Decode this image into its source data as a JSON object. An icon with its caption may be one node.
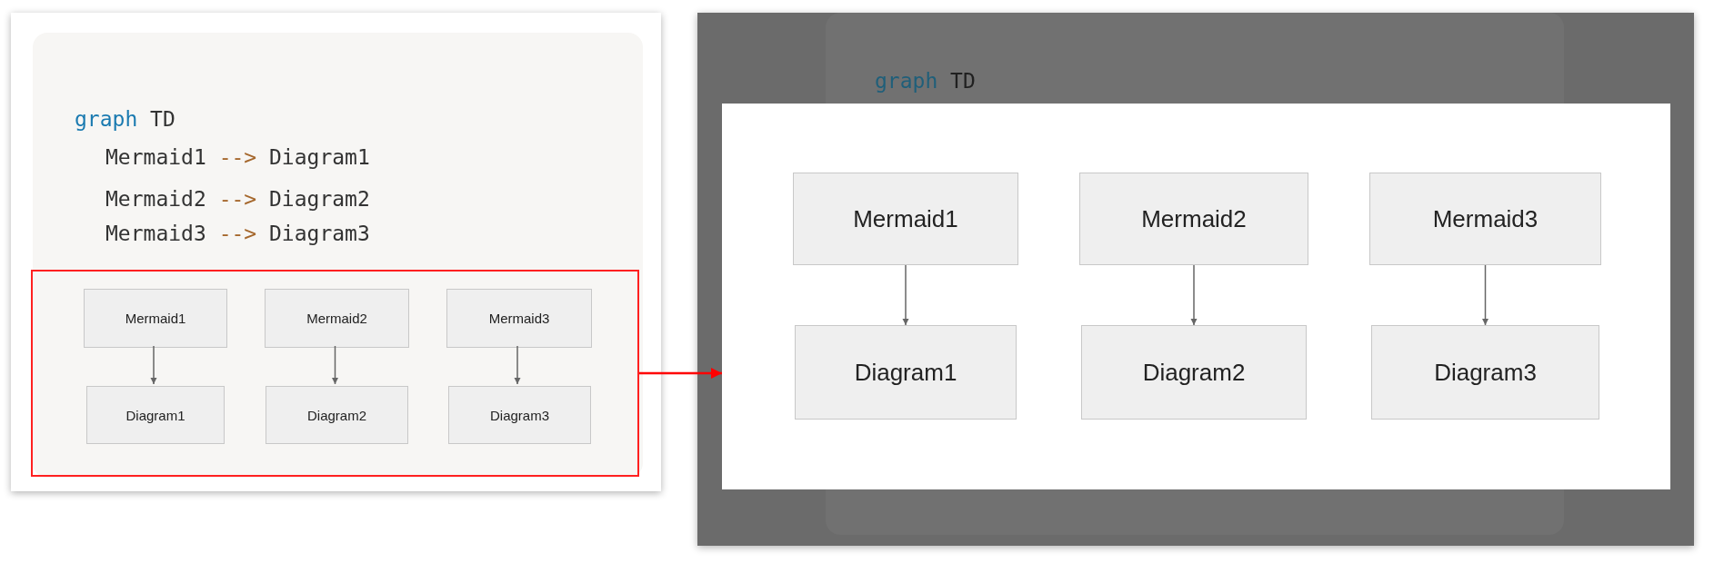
{
  "diagram": {
    "nodes": [
      {
        "text": [],
        "shape": "box"
      },
      {
        "text": [
          "Mermaid1"
        ],
        "in": 0
      },
      {
        "text": [
          "Mermaid2"
        ],
        "in": 0
      },
      {
        "text": [
          "Mermaid3"
        ],
        "in": 0
      },
      {
        "text": [
          "Diagram1"
        ],
        "in": 0
      },
      {
        "text": [
          "Diagram2"
        ],
        "in": 0
      },
      {
        "text": [
          "Diagram3"
        ],
        "in": 0
      },
      {
        "text": [],
        "shape": "box"
      },
      {
        "text": [
          "Mermaid1"
        ],
        "in": 7
      },
      {
        "text": [
          "Mermaid2"
        ],
        "in": 7
      },
      {
        "text": [
          "Mermaid3"
        ],
        "in": 7
      },
      {
        "text": [
          "Diagram1"
        ],
        "in": 7
      },
      {
        "text": [
          "Diagram2"
        ],
        "in": 7
      },
      {
        "text": [
          "Diagram3"
        ],
        "in": 7
      }
    ],
    "edges": [
      {
        "from": 1,
        "to": 4,
        "arrow": "to"
      },
      {
        "from": 2,
        "to": 5,
        "arrow": "to"
      },
      {
        "from": 3,
        "to": 6,
        "arrow": "to"
      },
      {
        "from": 0,
        "to": 7,
        "arrow": "to",
        "color": "#ff0000"
      },
      {
        "from": 8,
        "to": 11,
        "arrow": "to"
      },
      {
        "from": 9,
        "to": 12,
        "arrow": "to"
      },
      {
        "from": 10,
        "to": 13,
        "arrow": "to"
      }
    ],
    "labels": [
      "graph TD",
      "Mermaid1 --> Diagram1",
      "Mermaid2 --> Diagram2",
      "Mermaid3 --> Diagram3",
      "graph TD"
    ]
  }
}
